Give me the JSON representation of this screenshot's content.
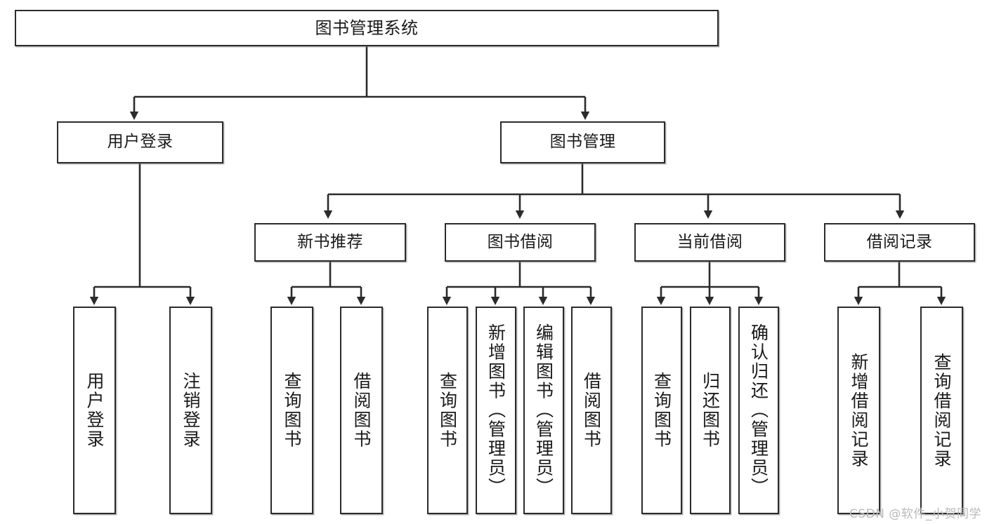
{
  "diagram": {
    "title": "图书管理系统",
    "type": "tree-hierarchy",
    "watermark": "CSDN @软件_小贺同学",
    "colors": {
      "box_border": "#2b2b2b",
      "box_fill": "#ffffff",
      "connector": "#2b2b2b",
      "watermark": "#b9b9b9",
      "background": "#ffffff"
    }
  },
  "root": {
    "label": "图书管理系统"
  },
  "level2": [
    {
      "label": "用户登录"
    },
    {
      "label": "图书管理"
    }
  ],
  "level3": [
    {
      "label": "新书推荐"
    },
    {
      "label": "图书借阅"
    },
    {
      "label": "当前借阅"
    },
    {
      "label": "借阅记录"
    }
  ],
  "leaves": {
    "user_login": [
      {
        "label": "用户登录"
      },
      {
        "label": "注销登录"
      }
    ],
    "new_book": [
      {
        "label": "查询图书"
      },
      {
        "label": "借阅图书"
      }
    ],
    "book_borrow": [
      {
        "label": "查询图书"
      },
      {
        "label": "新增图书（管理员）"
      },
      {
        "label": "编辑图书（管理员）"
      },
      {
        "label": "借阅图书"
      }
    ],
    "current_borrow": [
      {
        "label": "查询图书"
      },
      {
        "label": "归还图书"
      },
      {
        "label": "确认归还（管理员）"
      }
    ],
    "borrow_record": [
      {
        "label": "新增借阅记录"
      },
      {
        "label": "查询借阅记录"
      }
    ]
  }
}
